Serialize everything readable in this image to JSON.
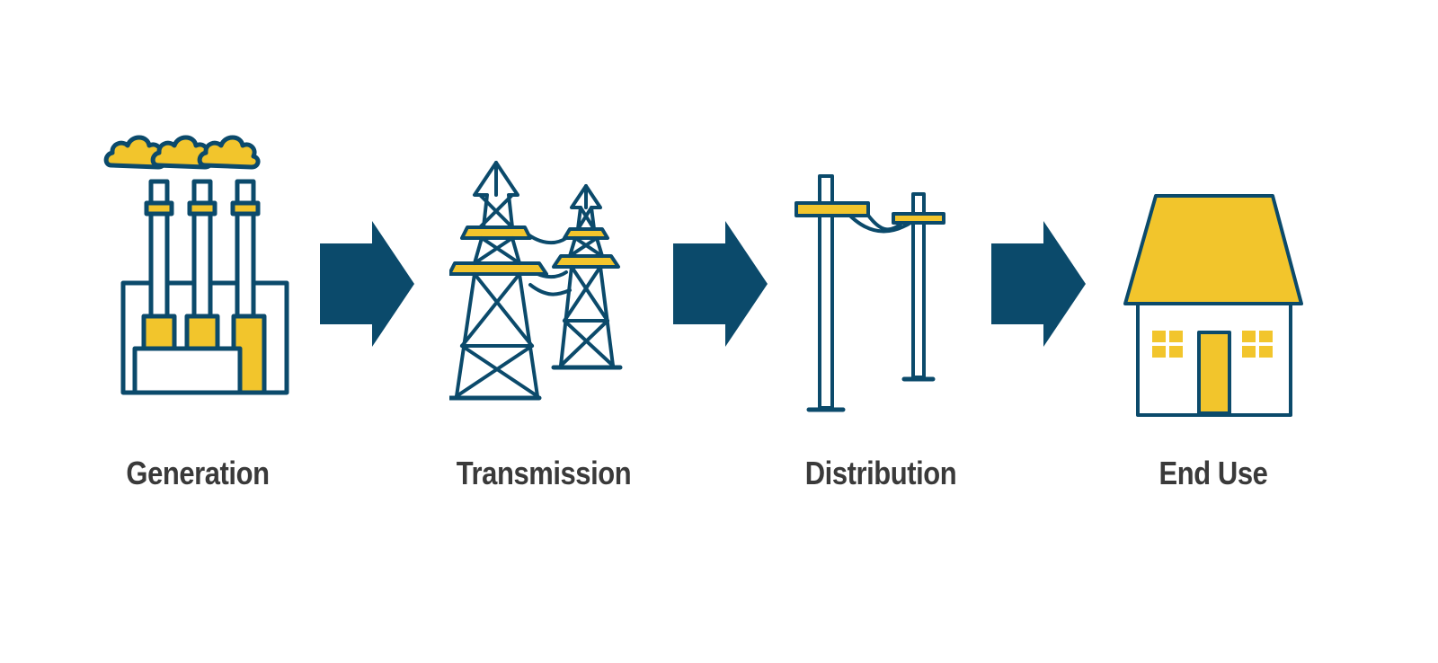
{
  "colors": {
    "navy": "#0b4a6b",
    "yellow": "#f2c52c",
    "label": "#3a3a3a",
    "background": "#ffffff"
  },
  "stages": [
    {
      "label": "Generation",
      "icon": "power-plant-icon"
    },
    {
      "label": "Transmission",
      "icon": "transmission-tower-icon"
    },
    {
      "label": "Distribution",
      "icon": "utility-pole-icon"
    },
    {
      "label": "End Use",
      "icon": "house-icon"
    }
  ],
  "connectors": [
    {
      "icon": "arrow-right-icon"
    },
    {
      "icon": "arrow-right-icon"
    },
    {
      "icon": "arrow-right-icon"
    }
  ]
}
